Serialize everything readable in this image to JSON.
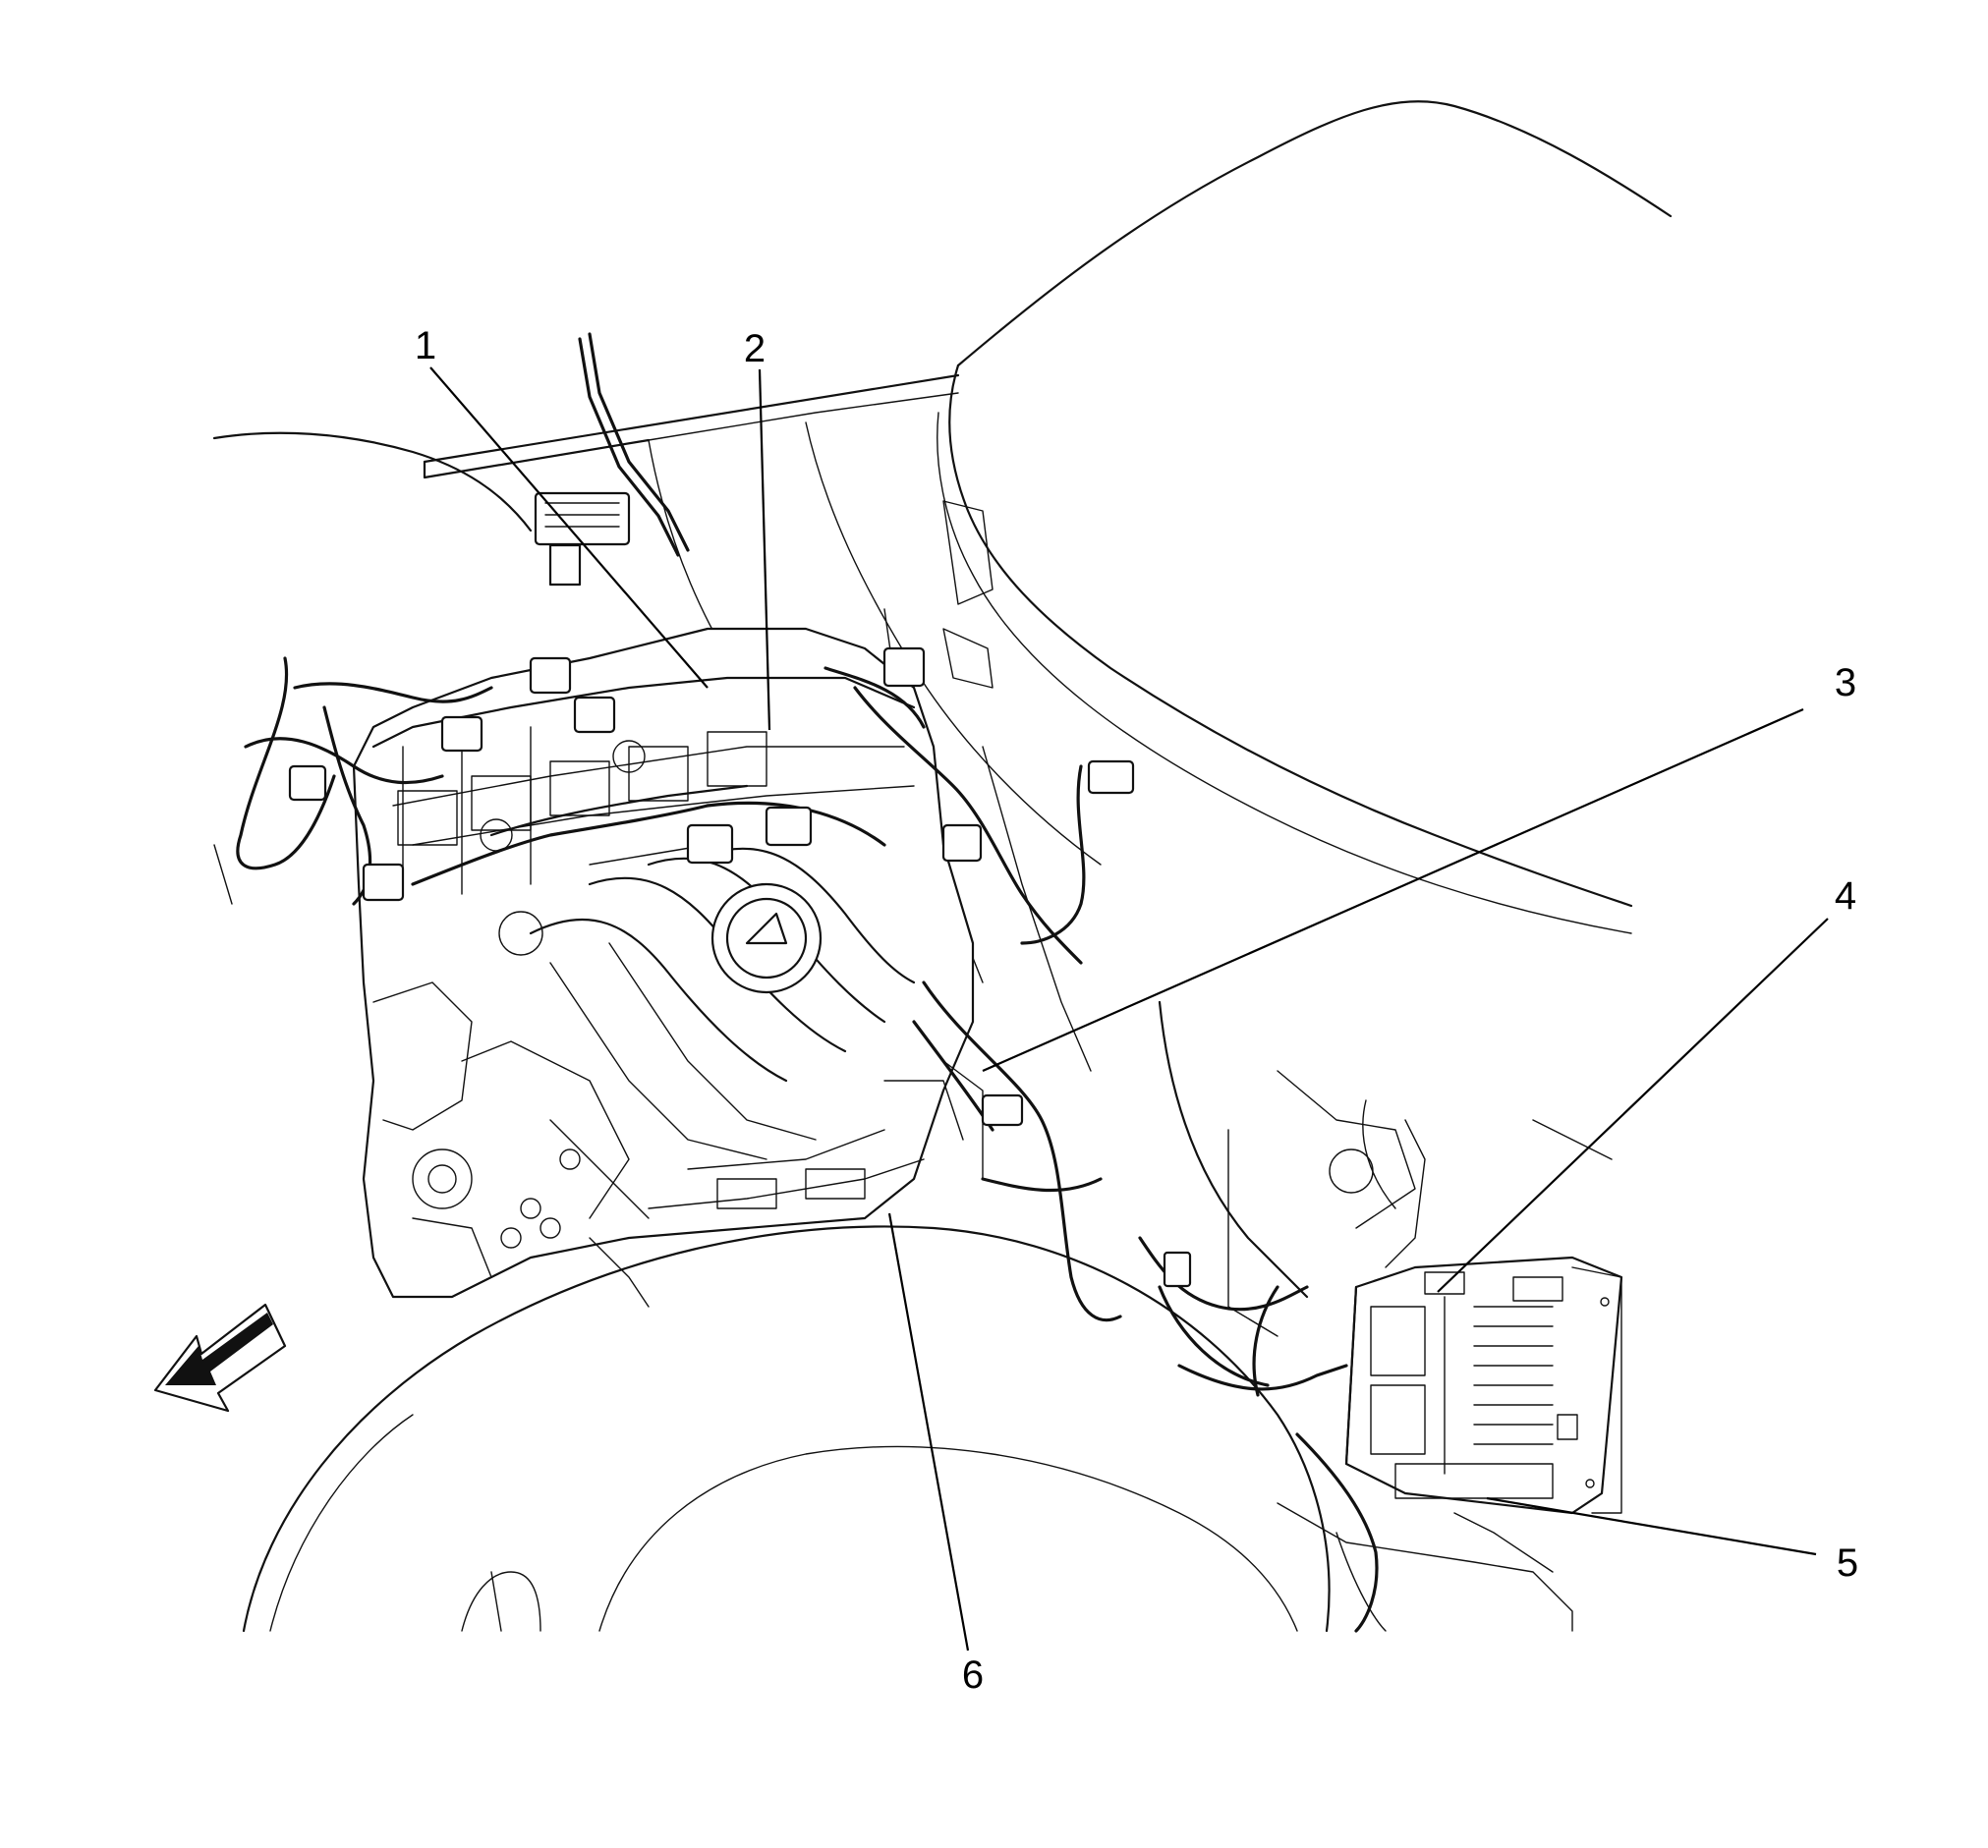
{
  "callouts": [
    {
      "label": "1"
    },
    {
      "label": "2"
    },
    {
      "label": "3"
    },
    {
      "label": "4"
    },
    {
      "label": "5"
    },
    {
      "label": "6"
    }
  ],
  "icons": {
    "direction_arrow": "front-direction-arrow-icon"
  }
}
